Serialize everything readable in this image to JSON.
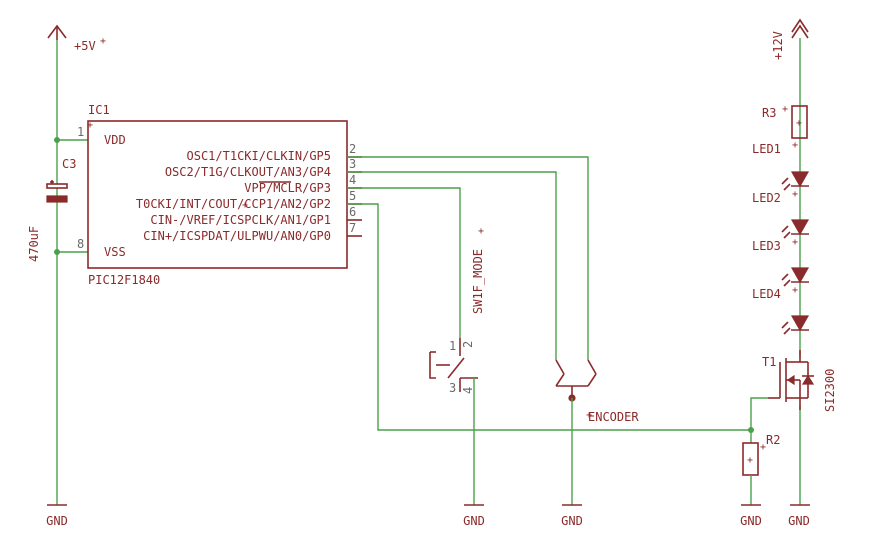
{
  "supply": {
    "vcc5": "+5V",
    "vcc12": "+12V"
  },
  "ic": {
    "name": "IC1",
    "value": "PIC12F1840",
    "pins": [
      {
        "num": "1",
        "label": "VDD"
      },
      {
        "num": "2",
        "label": "OSC1/T1CKI/CLKIN/GP5"
      },
      {
        "num": "3",
        "label": "OSC2/T1G/CLKOUT/AN3/GP4"
      },
      {
        "num": "4",
        "label": "VPP/MCLR/GP3"
      },
      {
        "num": "5",
        "label": "T0CKI/INT/COUT/CCP1/AN2/GP2"
      },
      {
        "num": "6",
        "label": "CIN-/VREF/ICSPCLK/AN1/GP1"
      },
      {
        "num": "7",
        "label": "CIN+/ICSPDAT/ULPWU/AN0/GP0"
      },
      {
        "num": "8",
        "label": "VSS"
      }
    ]
  },
  "cap": {
    "name": "C3",
    "value": "470uF"
  },
  "switch": {
    "name": "SW1F_MODE",
    "pins": [
      "1",
      "2",
      "3",
      "4"
    ]
  },
  "encoder": {
    "name": "ENCODER"
  },
  "resistors": {
    "r3": "R3",
    "r2": "R2"
  },
  "leds": [
    "LED1",
    "LED2",
    "LED3",
    "LED4"
  ],
  "mosfet": {
    "name": "T1",
    "value": "SI2300"
  },
  "ground": "GND"
}
